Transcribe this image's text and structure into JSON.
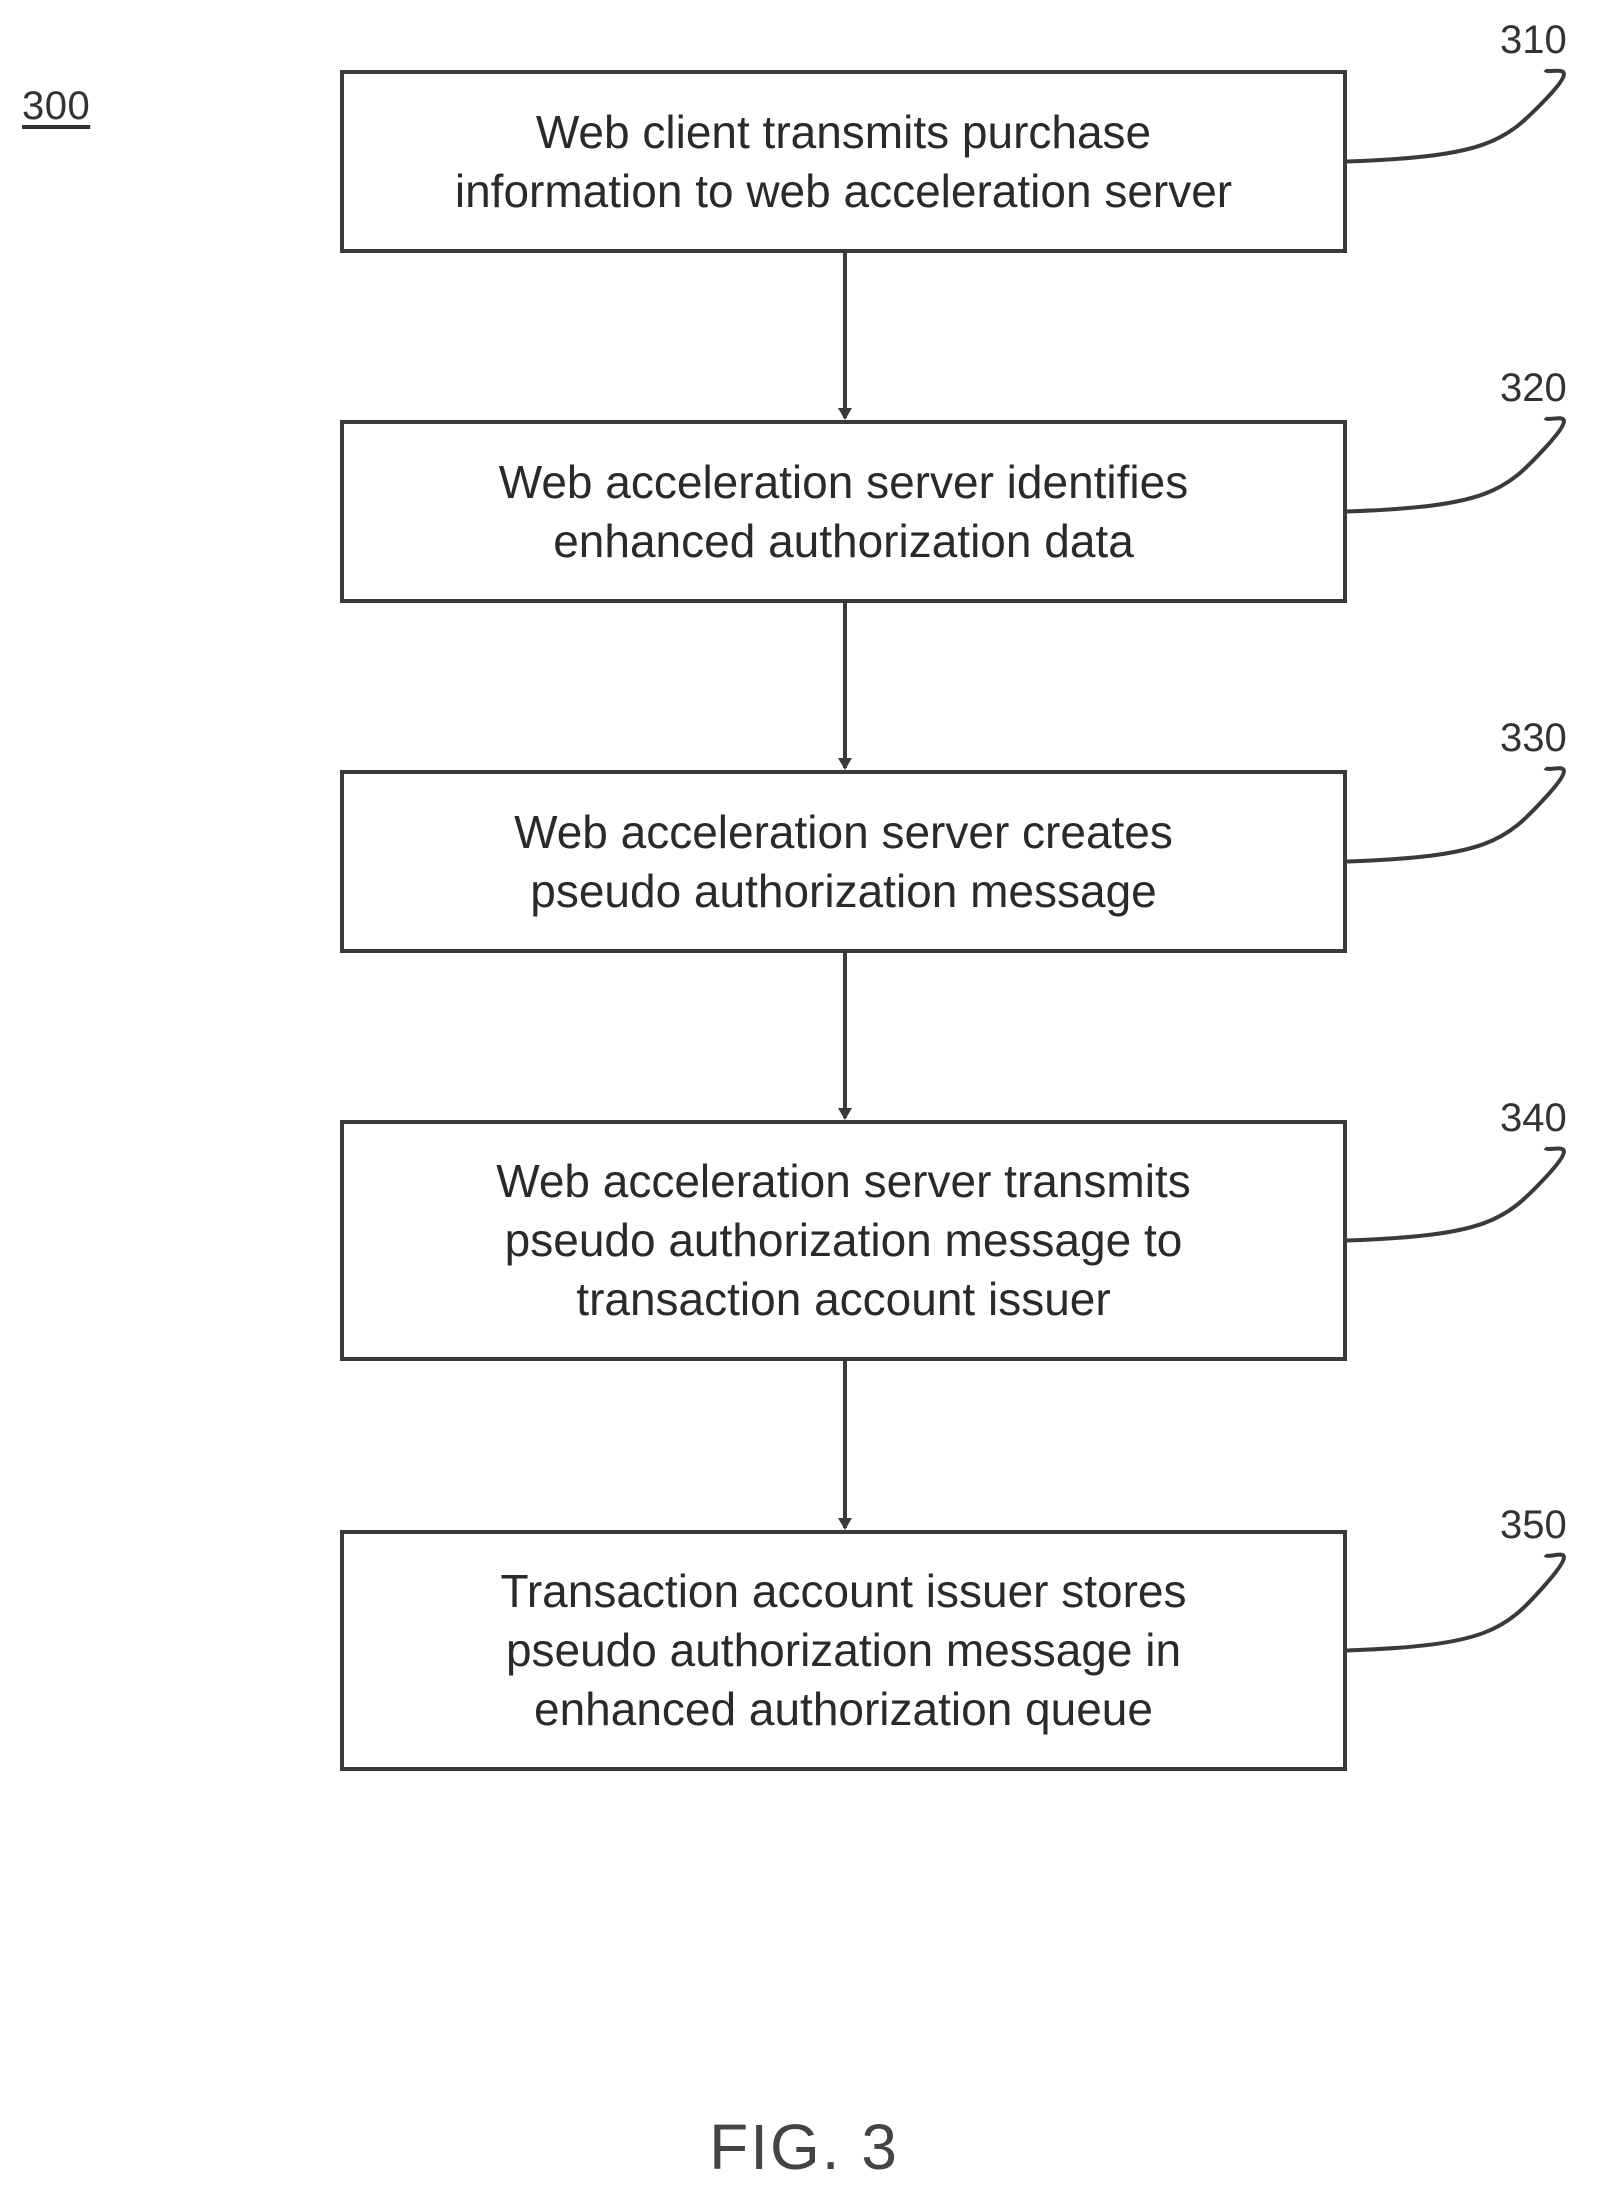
{
  "figure_number": "300",
  "caption": "FIG. 3",
  "steps": [
    {
      "ref": "310",
      "text": "Web client transmits purchase\ninformation to web acceleration server"
    },
    {
      "ref": "320",
      "text": "Web acceleration server identifies\nenhanced authorization data"
    },
    {
      "ref": "330",
      "text": "Web acceleration server creates\npseudo authorization message"
    },
    {
      "ref": "340",
      "text": "Web acceleration server transmits\npseudo authorization message to\ntransaction account issuer"
    },
    {
      "ref": "350",
      "text": "Transaction account issuer stores\npseudo authorization message in\nenhanced authorization queue"
    }
  ]
}
